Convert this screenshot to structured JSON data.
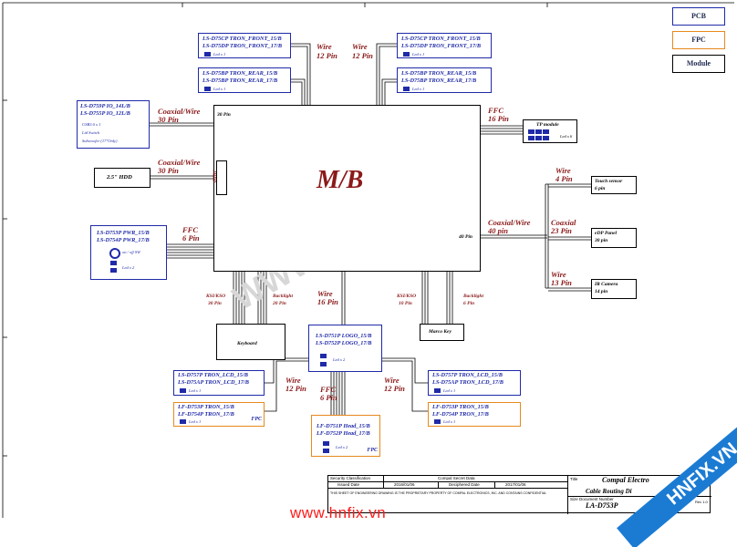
{
  "legend": {
    "pcb": "PCB",
    "fpc": "FPC",
    "module": "Module"
  },
  "mb": {
    "label": "M/B",
    "pin30": "30 Pin",
    "pin40": "40 Pin",
    "jhdd": "JHDD"
  },
  "io_board": {
    "line1": "LS-D759P IO_14L/B",
    "line2": "LS-D755P IO_12L/B",
    "f1": "USB3.0 x 1",
    "f2": "Lid Switch",
    "f3": "Subwoofer (17\"Only)",
    "conn": "Coaxial/Wire",
    "pins": "30 Pin"
  },
  "hdd": {
    "label": "2.5\" HDD",
    "conn": "Coaxial/Wire",
    "pins": "30 Pin"
  },
  "pwr_board": {
    "line1": "LS-D753P PWR_15/B",
    "line2": "LS-D754P PWR_17/B",
    "sw": "on / off SW",
    "led": "Led x 2",
    "conn": "FFC",
    "pins": "6 Pin"
  },
  "front_left": {
    "line1": "LS-D75CP TRON_FRONT_15/B",
    "line2": "LS-D75DP TRON_FRONT_17/B",
    "led": "Led x 1"
  },
  "rear_left": {
    "line1": "LS-D75BP TRON_REAR_15/B",
    "line2": "LS-D75BP TRON_REAR_17/B",
    "led": "Led x 1"
  },
  "front_right": {
    "line1": "LS-D75CP TRON_FRONT_15/B",
    "line2": "LS-D75DP TRON_FRONT_17/B",
    "led": "Led x 1"
  },
  "rear_right": {
    "line1": "LS-D75BP TRON_REAR_15/B",
    "line2": "LS-D75BP TRON_REAR_17/B",
    "led": "Led x 1"
  },
  "wire_left": {
    "conn": "Wire",
    "pins": "12 Pin"
  },
  "wire_right": {
    "conn": "Wire",
    "pins": "12 Pin"
  },
  "tp": {
    "label": "TP module",
    "led": "Led x 6",
    "conn": "FFC",
    "pins": "16 Pin"
  },
  "touch": {
    "label": "Touch sensor",
    "pins": "6 pin",
    "conn": "Wire",
    "cpins": "4 Pin"
  },
  "edp": {
    "label": "eDP Panel",
    "pins": "30 pin",
    "conn": "Coaxial",
    "cpins": "23 Pin"
  },
  "ircam": {
    "label": "IR Camera",
    "pins": "14 pin",
    "conn": "Wire",
    "cpins": "13 Pin"
  },
  "coax40": {
    "conn": "Coaxial/Wire",
    "pins": "40 pin"
  },
  "keyboard": {
    "label": "Keyboard",
    "conn1": "KSI/KSO",
    "pins1": "30 Pin",
    "conn2": "Backlight",
    "pins2": "20 Pin"
  },
  "macro": {
    "label": "Marco Key",
    "conn1": "KSI/KSO",
    "pins1": "10 Pin",
    "conn2": "Backlight",
    "pins2": "6 Pin"
  },
  "logo": {
    "line1": "LS-D751P LOGO_15/B",
    "line2": "LS-D752P LOGO_17/B",
    "led": "Led x 2",
    "conn": "Wire",
    "pins": "16 Pin"
  },
  "lcd_left": {
    "line1": "LS-D757P TRON_LCD_15/B",
    "line2": "LS-D75AP TRON_LCD_17/B",
    "led": "Led x 1"
  },
  "fpc_left": {
    "line1": "LF-D753P TRON_15/B",
    "line2": "LF-D754P TRON_17/B",
    "led": "Led x 1",
    "tag": "FPC"
  },
  "lcd_right": {
    "line1": "LS-D757P TRON_LCD_15/B",
    "line2": "LS-D75AP TRON_LCD_17/B",
    "led": "Led x 1"
  },
  "fpc_right": {
    "line1": "LF-D753P TRON_15/B",
    "line2": "LF-D754P TRON_17/B",
    "led": "Led x 1"
  },
  "head": {
    "line1": "LF-D751P Head_15/B",
    "line2": "LF-D752P Head_17/B",
    "led": "Led x 2",
    "tag": "FPC"
  },
  "wire_lcd_left": {
    "conn": "Wire",
    "pins": "12 Pin"
  },
  "wire_lcd_right": {
    "conn": "Wire",
    "pins": "12 Pin"
  },
  "ffc_head": {
    "conn": "FFC",
    "pins": "6 Pin"
  },
  "title_block": {
    "security": "Security Classification",
    "secret": "Compal Secret Data",
    "issued": "Issued Date",
    "issued_val": "2016/01/06",
    "deciphered": "Deciphered Date",
    "deciphered_val": "2017/01/06",
    "title_label": "Title",
    "company": "Compal Electro",
    "doc_title": "Cable Routing Di",
    "doc_label": "Size  Document  Number",
    "doc_num": "LA-D753P",
    "rev": "Rev 1.0",
    "notice": "THIS SHEET OF ENGINEERING DRAWING IS THE PROPRIETARY PROPERTY OF COMPAL ELECTRONICS, INC. AND CONTAINS CONFIDENTIAL"
  },
  "watermark": {
    "main": "WWW.HNFIX.VN",
    "footer": "www.hnfix.vn",
    "corner": "HNFIX.VN"
  }
}
